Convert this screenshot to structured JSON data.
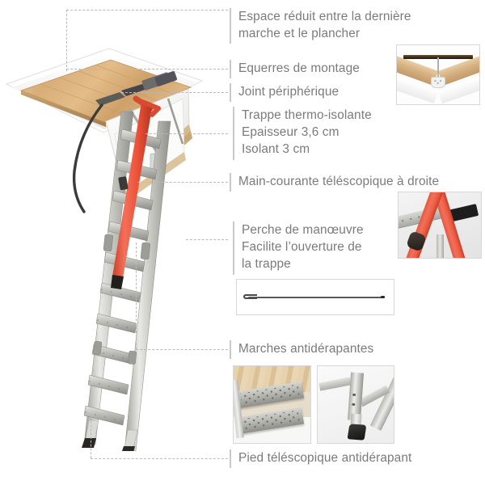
{
  "diagram": {
    "title": "Echelle escamotable - schéma descriptif",
    "language": "fr",
    "background_color": "#ffffff",
    "text_color": "#7b7b7b",
    "leader_color": "#b9b9b9",
    "accent_color": "#ef5b42"
  },
  "callouts": [
    {
      "id": "espace-reduit",
      "lines": [
        "Espace réduit entre la dernière",
        "marche et le plancher"
      ],
      "text": "Espace réduit entre la dernière\nmarche et le plancher"
    },
    {
      "id": "equerres",
      "lines": [
        "Equerres de montage"
      ],
      "text": "Equerres de montage"
    },
    {
      "id": "joint",
      "lines": [
        "Joint périphérique"
      ],
      "text": "Joint périphérique"
    },
    {
      "id": "trappe",
      "lines": [
        "Trappe thermo-isolante",
        "Epaisseur 3,6 cm",
        "Isolant 3 cm"
      ],
      "text": "Trappe thermo-isolante\nEpaisseur 3,6 cm\nIsolant 3 cm"
    },
    {
      "id": "main-courante",
      "lines": [
        "Main-courante téléscopique à droite"
      ],
      "text": "Main-courante téléscopique à droite"
    },
    {
      "id": "perche",
      "lines": [
        "Perche de manœuvre",
        "Facilite l’ouverture de",
        "la trappe"
      ],
      "text": "Perche de manœuvre\nFacilite l’ouverture de\nla trappe"
    },
    {
      "id": "marches",
      "lines": [
        "Marches antidérapantes"
      ],
      "text": "Marches antidérapantes"
    },
    {
      "id": "pied",
      "lines": [
        "Pied téléscopique antidérapant"
      ],
      "text": "Pied téléscopique antidérapant"
    }
  ],
  "photos": [
    {
      "id": "photo-equerres",
      "caption_ref": "equerres",
      "subject": "mounting-bracket-on-rafters"
    },
    {
      "id": "photo-main-courante",
      "caption_ref": "main-courante",
      "subject": "red-telescopic-handrail"
    },
    {
      "id": "photo-perche",
      "caption_ref": "perche",
      "subject": "operating-pole"
    },
    {
      "id": "photo-marches",
      "caption_ref": "marches",
      "subject": "perforated-anti-slip-steps"
    },
    {
      "id": "photo-pied",
      "caption_ref": "pied",
      "subject": "telescopic-non-slip-foot"
    }
  ],
  "main_illustration": {
    "id": "loft-ladder",
    "subject": "aluminium folding loft ladder with insulated hatch",
    "steps_visible": 11
  },
  "specs": {
    "thickness": "Epaisseur 3,6 cm",
    "insulation": "Isolant 3 cm"
  }
}
